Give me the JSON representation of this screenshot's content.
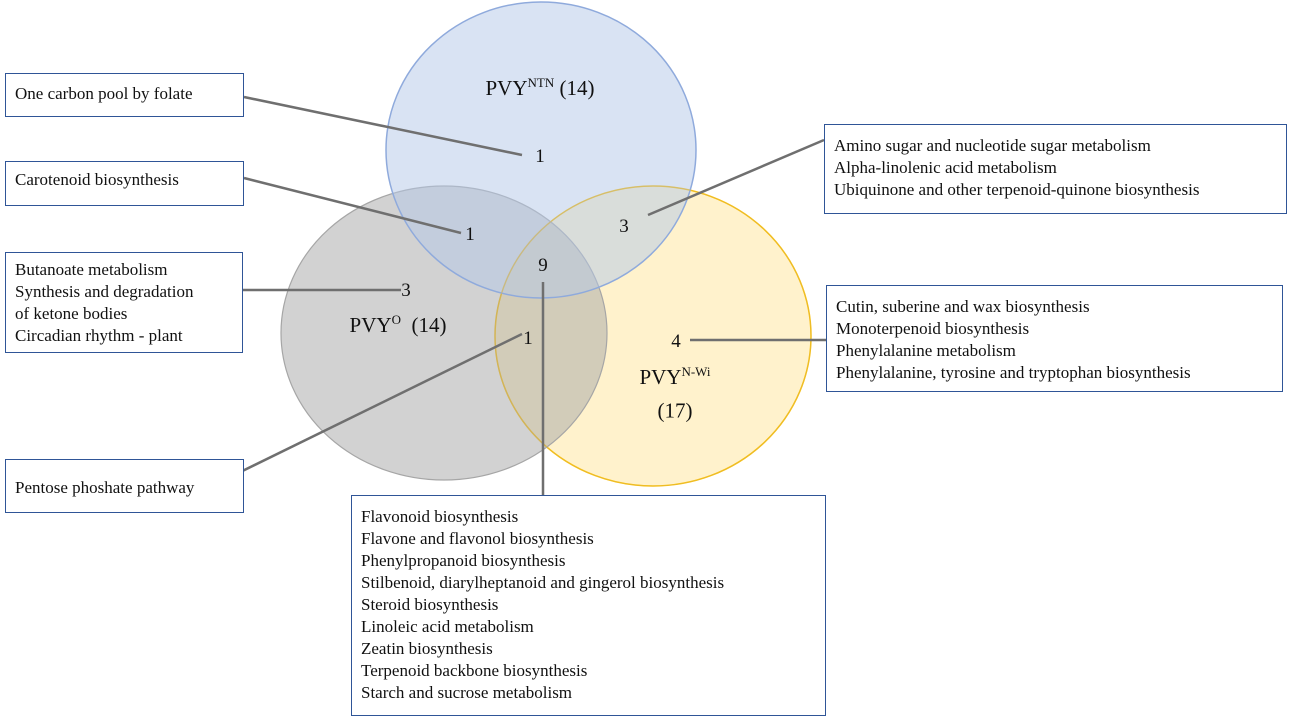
{
  "sets": [
    {
      "name": "PVY",
      "sup": "NTN",
      "count": "(14)",
      "color": "#dae3f3",
      "stroke": "#8faadc"
    },
    {
      "name": "PVY",
      "sup": "O",
      "count": "(14)",
      "color": "#bfbfbf",
      "stroke": "#a6a6a6"
    },
    {
      "name": "PVY",
      "sup": "N-Wi",
      "count": "(17)",
      "color": "#fff2cc",
      "stroke": "#ffc000"
    }
  ],
  "regions": {
    "ntn_only": "1",
    "ntn_o": "1",
    "ntn_nwi": "3",
    "all": "9",
    "o_only": "3",
    "o_nwi": "1",
    "nwi_only": "4"
  },
  "boxes": {
    "ntn_only": [
      "One carbon pool by folate"
    ],
    "ntn_o": [
      "Carotenoid biosynthesis"
    ],
    "o_only": [
      "Butanoate metabolism",
      "Synthesis and degradation",
      "of ketone bodies",
      "Circadian rhythm - plant"
    ],
    "o_nwi": [
      "Pentose phoshate pathway"
    ],
    "ntn_nwi": [
      "Amino sugar and nucleotide sugar metabolism",
      "Alpha-linolenic acid metabolism",
      "Ubiquinone and other terpenoid-quinone biosynthesis"
    ],
    "nwi_only": [
      "Cutin, suberine and wax biosynthesis",
      "Monoterpenoid biosynthesis",
      "Phenylalanine metabolism",
      "Phenylalanine, tyrosine and tryptophan biosynthesis"
    ],
    "all": [
      "Flavonoid biosynthesis",
      "Flavone and flavonol biosynthesis",
      "Phenylpropanoid biosynthesis",
      "Stilbenoid, diarylheptanoid and gingerol biosynthesis",
      "Steroid biosynthesis",
      "Linoleic acid metabolism",
      "Zeatin biosynthesis",
      "Terpenoid backbone biosynthesis",
      "Starch and sucrose metabolism"
    ]
  },
  "colors": {
    "box_border": "#2f5597",
    "leader": "#6f6f6f"
  }
}
